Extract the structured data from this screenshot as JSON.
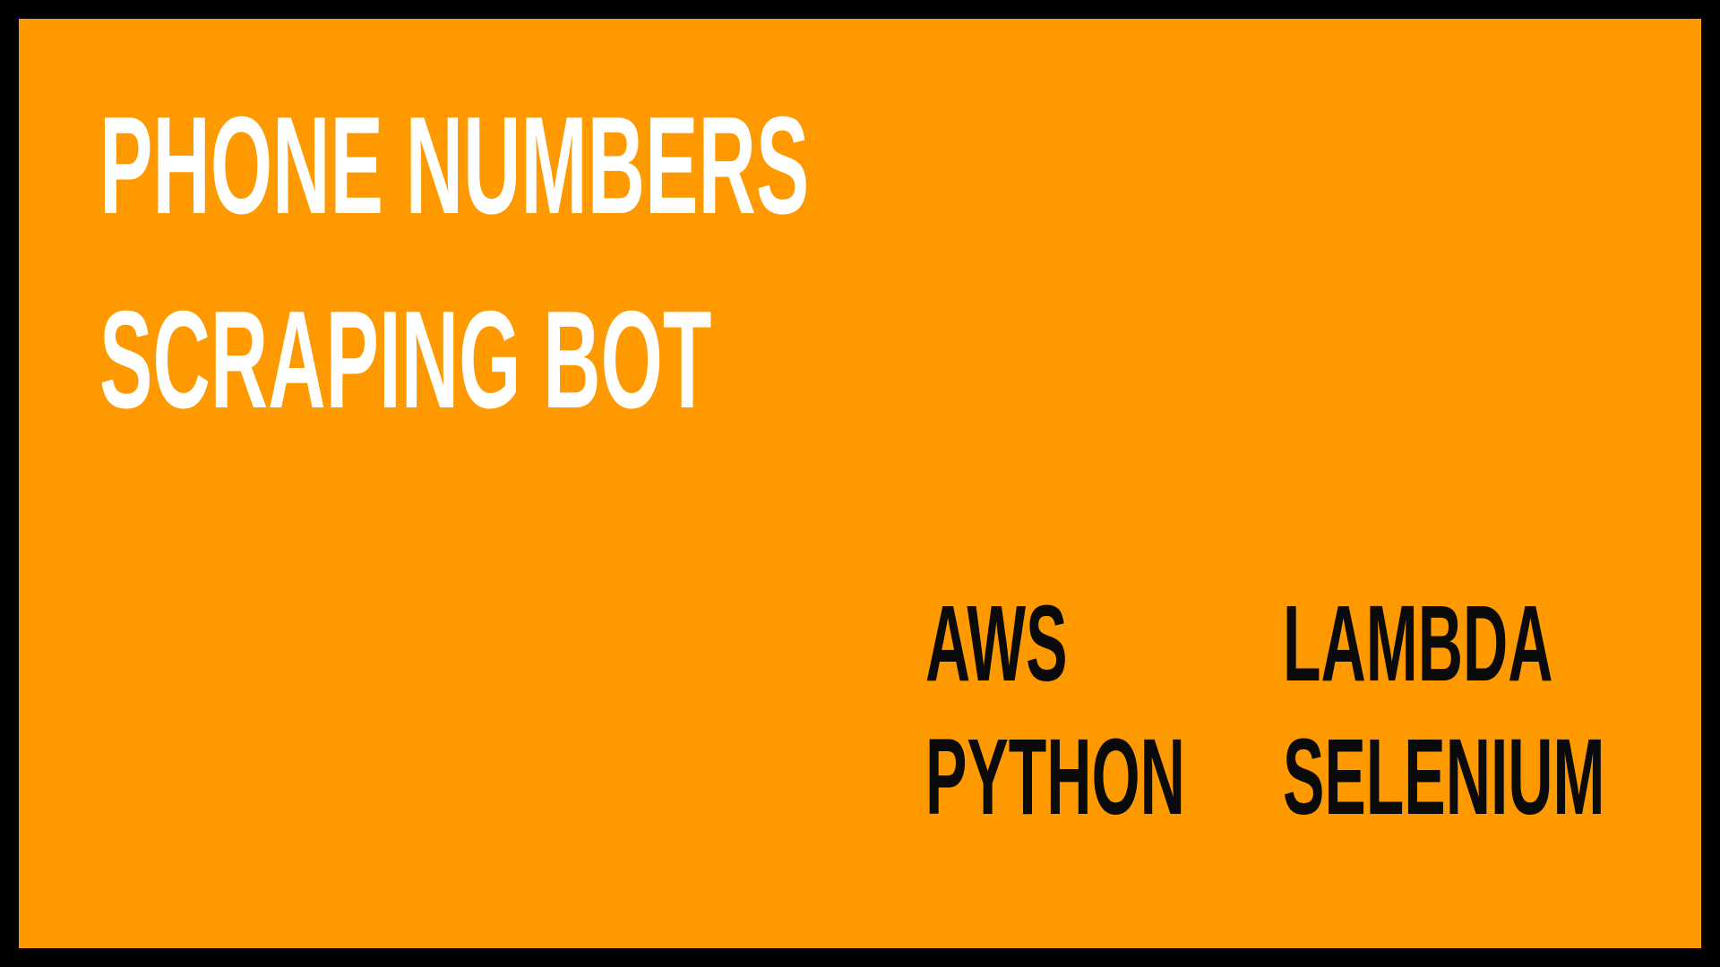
{
  "thumbnail": {
    "background_color": "#FF9900",
    "border_color": "#000000",
    "title_color": "#FFFFFF",
    "tag_color": "#0A0A0A",
    "title_lines": [
      "PHONE NUMBERS",
      "SCRAPING BOT"
    ],
    "tags": {
      "left_column": [
        "AWS",
        "PYTHON"
      ],
      "right_column": [
        "LAMBDA",
        "SELENIUM"
      ]
    }
  }
}
